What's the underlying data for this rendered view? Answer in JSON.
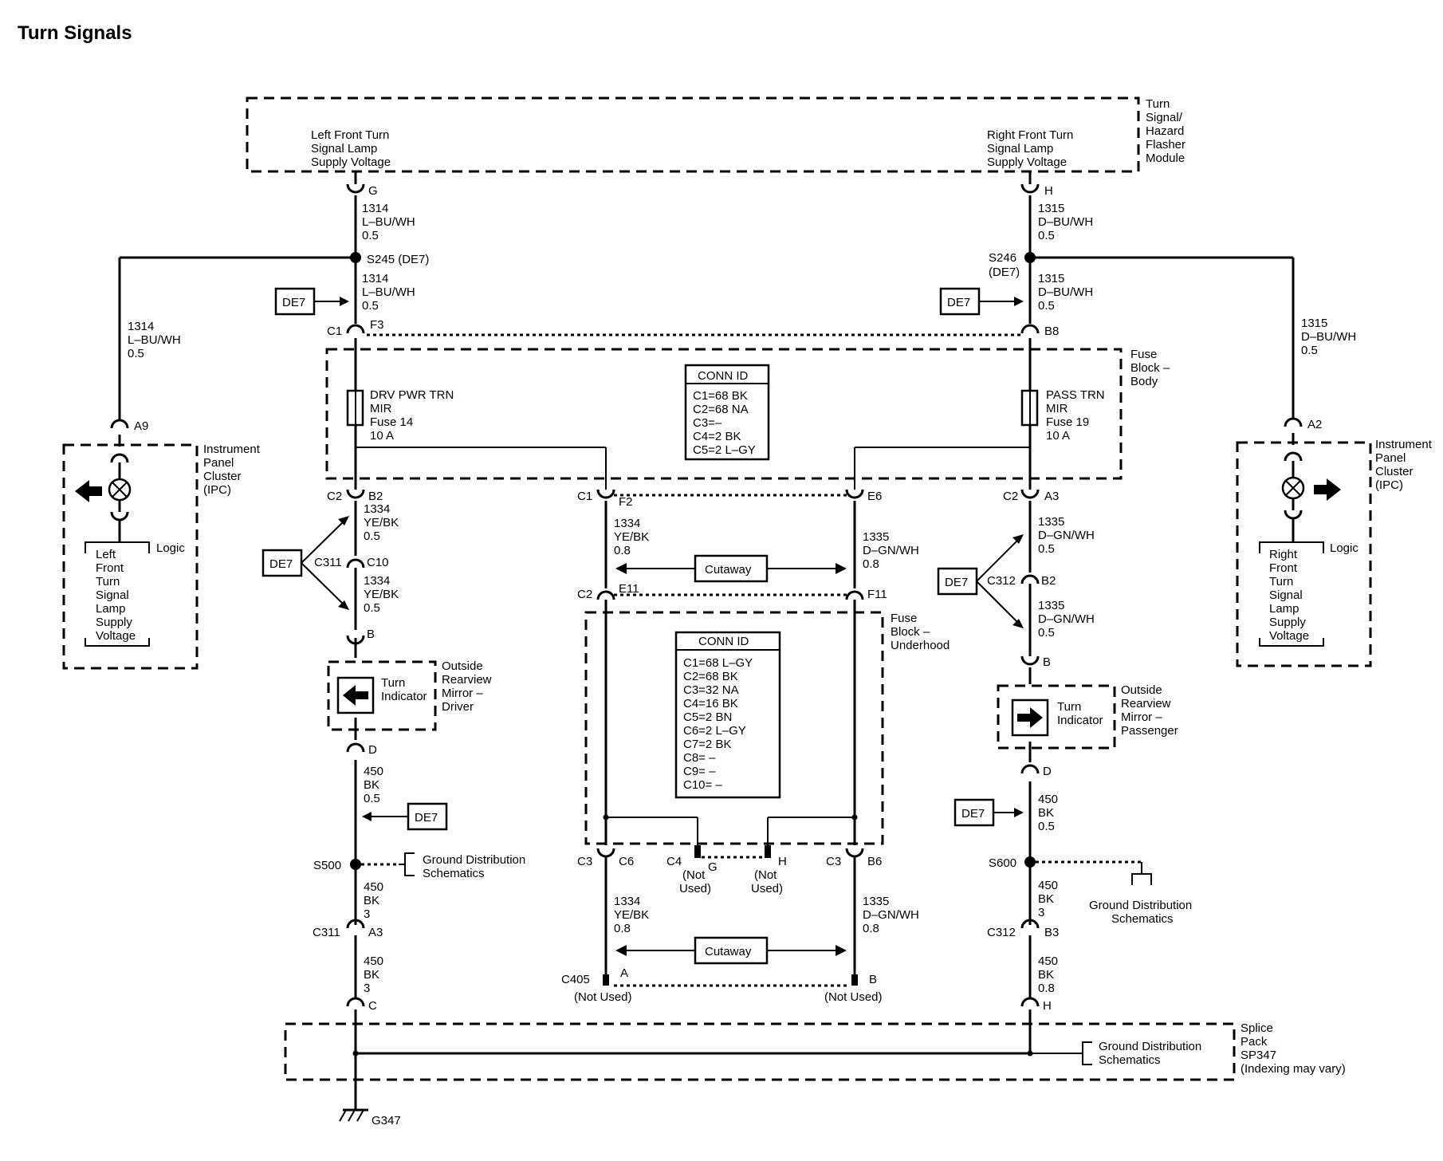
{
  "title": "Turn Signals",
  "modules": {
    "flasher_name": [
      "Turn",
      "Signal/",
      "Hazard",
      "Flasher",
      "Module"
    ],
    "left_supply": [
      "Left Front Turn",
      "Signal Lamp",
      "Supply Voltage"
    ],
    "right_supply": [
      "Right Front Turn",
      "Signal Lamp",
      "Supply Voltage"
    ],
    "fuse_body_name": [
      "Fuse",
      "Block –",
      "Body"
    ],
    "fuse_under_name": [
      "Fuse",
      "Block –",
      "Underhood"
    ],
    "ipc_name": [
      "Instrument",
      "Panel",
      "Cluster",
      "(IPC)"
    ],
    "logic": "Logic",
    "left_logic_text": [
      "Left",
      "Front",
      "Turn",
      "Signal",
      "Lamp",
      "Supply",
      "Voltage"
    ],
    "right_logic_text": [
      "Right",
      "Front",
      "Turn",
      "Signal",
      "Lamp",
      "Supply",
      "Voltage"
    ],
    "mirror_driver_name": [
      "Outside",
      "Rearview",
      "Mirror –",
      "Driver"
    ],
    "mirror_pass_name": [
      "Outside",
      "Rearview",
      "Mirror –",
      "Passenger"
    ],
    "turn_indicator": [
      "Turn",
      "Indicator"
    ],
    "splice_pack_name": [
      "Splice",
      "Pack",
      "SP347",
      "(Indexing may vary)"
    ],
    "ground_dist": [
      "Ground Distribution",
      "Schematics"
    ],
    "cutaway": "Cutaway",
    "de7": "DE7",
    "ground": "G347"
  },
  "fuses": {
    "left": [
      "DRV PWR TRN",
      "MIR",
      "Fuse 14",
      "10 A"
    ],
    "right": [
      "PASS TRN",
      "MIR",
      "Fuse 19",
      "10 A"
    ]
  },
  "conn_id_body": {
    "header": "CONN ID",
    "rows": [
      "C1=68 BK",
      "C2=68 NA",
      "C3=–",
      "C4=2 BK",
      "C5=2 L–GY"
    ]
  },
  "conn_id_underhood": {
    "header": "CONN ID",
    "rows": [
      "C1=68 L–GY",
      "C2=68 BK",
      "C3=32 NA",
      "C4=16 BK",
      "C5=2 BN",
      "C6=2 L–GY",
      "C7=2 BK",
      "C8= –",
      "C9= –",
      "C10= –"
    ]
  },
  "wires": {
    "w1314_a": [
      "1314",
      "L–BU/WH",
      "0.5"
    ],
    "w1314_b": [
      "1314",
      "L–BU/WH",
      "0.5"
    ],
    "w1314_ipc": [
      "1314",
      "L–BU/WH",
      "0.5"
    ],
    "w1315_a": [
      "1315",
      "D–BU/WH",
      "0.5"
    ],
    "w1315_b": [
      "1315",
      "D–BU/WH",
      "0.5"
    ],
    "w1315_ipc": [
      "1315",
      "D–BU/WH",
      "0.5"
    ],
    "w1334_a": [
      "1334",
      "YE/BK",
      "0.5"
    ],
    "w1334_b": [
      "1334",
      "YE/BK",
      "0.5"
    ],
    "w1334_c": [
      "1334",
      "YE/BK",
      "0.8"
    ],
    "w1334_d": [
      "1334",
      "YE/BK",
      "0.8"
    ],
    "w1335_a": [
      "1335",
      "D–GN/WH",
      "0.5"
    ],
    "w1335_b": [
      "1335",
      "D–GN/WH",
      "0.5"
    ],
    "w1335_c": [
      "1335",
      "D–GN/WH",
      "0.8"
    ],
    "w1335_d": [
      "1335",
      "D–GN/WH",
      "0.8"
    ],
    "w450_l1": [
      "450",
      "BK",
      "0.5"
    ],
    "w450_l2": [
      "450",
      "BK",
      "3"
    ],
    "w450_l3": [
      "450",
      "BK",
      "3"
    ],
    "w450_r1": [
      "450",
      "BK",
      "0.5"
    ],
    "w450_r2": [
      "450",
      "BK",
      "3"
    ],
    "w450_r3": [
      "450",
      "BK",
      "0.8"
    ]
  },
  "labels": {
    "pin_G": "G",
    "pin_H": "H",
    "s245": "S245 (DE7)",
    "s246": "S246",
    "s246b": "(DE7)",
    "c1": "C1",
    "f3": "F3",
    "b8": "B8",
    "a9": "A9",
    "a2": "A2",
    "c2l": "C2",
    "b2l": "B2",
    "c2r": "C2",
    "a3": "A3",
    "c1m": "C1",
    "f2": "F2",
    "e6": "E6",
    "c2m": "C2",
    "e11": "E11",
    "f11": "F11",
    "c311": "C311",
    "c10": "C10",
    "c312": "C312",
    "b2r": "B2",
    "pin_b_l": "B",
    "pin_b_r": "B",
    "pin_d_l": "D",
    "pin_d_r": "D",
    "s500": "S500",
    "s600": "S600",
    "c311b": "C311",
    "a3b": "A3",
    "c312b": "C312",
    "b3": "B3",
    "pin_c": "C",
    "pin_h_bottom": "H",
    "c3l": "C3",
    "c6": "C6",
    "c4": "C4",
    "pin_g": "G",
    "pin_h2": "H",
    "c3r": "C3",
    "b6": "B6",
    "not_used_g": [
      "(Not",
      "Used)"
    ],
    "not_used_h": [
      "(Not",
      "Used)"
    ],
    "c405": "C405",
    "pin_a": "A",
    "pin_b_bottom": "B",
    "not_used_a": "(Not Used)",
    "not_used_b": "(Not Used)"
  }
}
